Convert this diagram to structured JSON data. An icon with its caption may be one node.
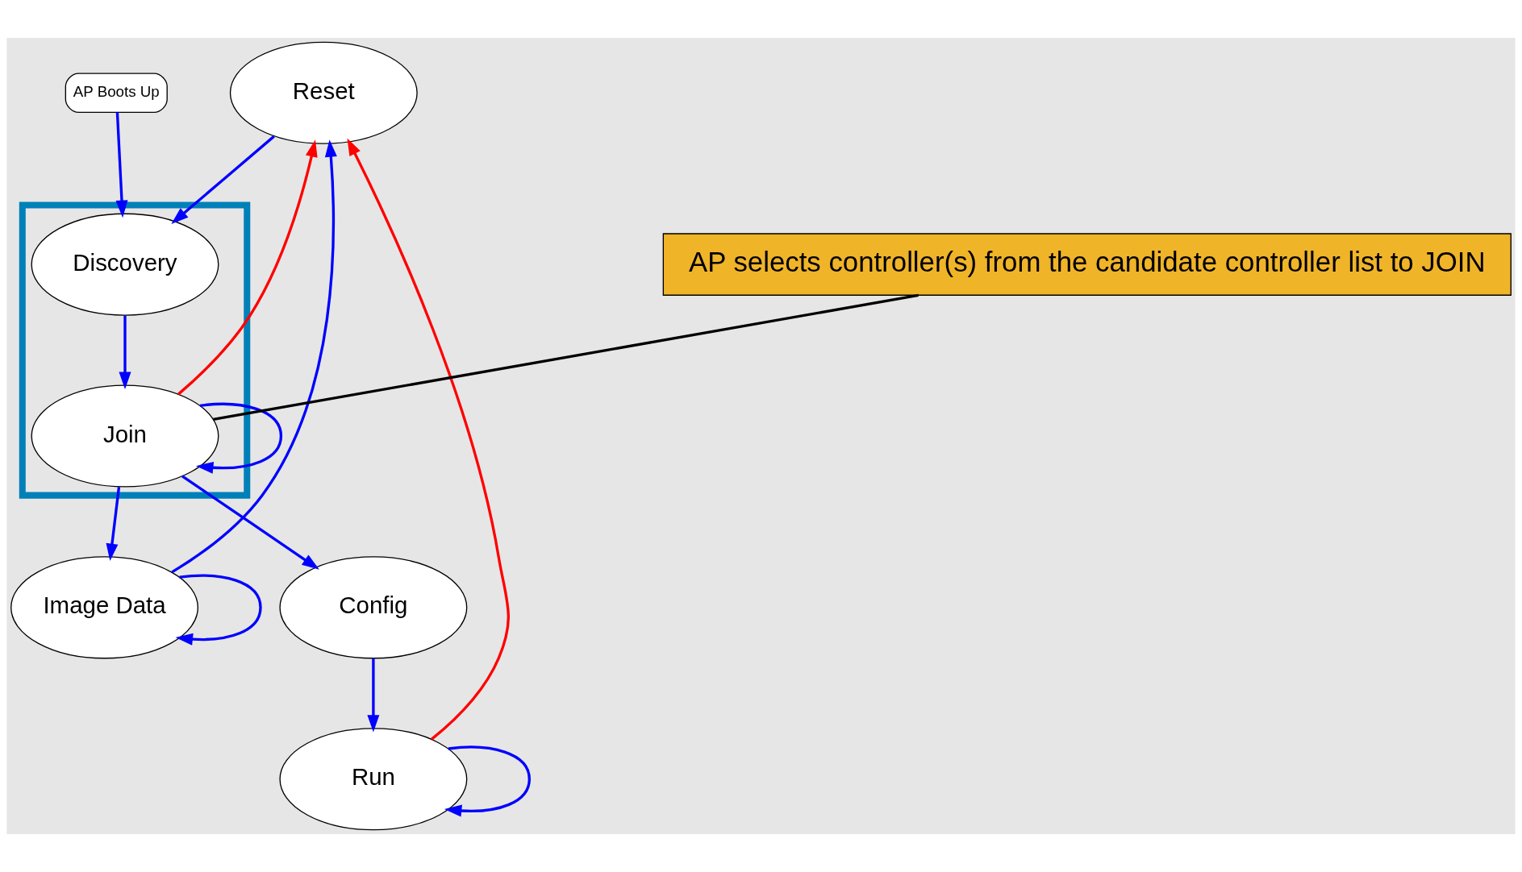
{
  "diagram": {
    "nodes": [
      {
        "text": [
          "AP Boots Up"
        ]
      },
      {
        "text": [],
        "shape": "box"
      },
      {
        "text": [
          "Discovery"
        ],
        "in": 1
      },
      {
        "text": [
          "Join"
        ],
        "in": 1
      },
      {
        "text": [
          "Reset"
        ]
      },
      {
        "text": [
          "Image Data"
        ]
      },
      {
        "text": [
          "Config"
        ]
      },
      {
        "text": [
          "Run"
        ]
      },
      {
        "text": [
          "AP selects controller(s) from the candidate controller list to JOIN"
        ]
      }
    ],
    "edges": [
      {
        "from": 0,
        "to": 2,
        "arrow": "to"
      },
      {
        "from": 4,
        "to": 2,
        "arrow": "to"
      },
      {
        "from": 2,
        "to": 3,
        "arrow": "to"
      },
      {
        "from": 3,
        "to": 3,
        "arrow": "to"
      },
      {
        "from": 3,
        "to": 4,
        "arrow": "to",
        "color": "#ff0000"
      },
      {
        "from": 3,
        "to": 5,
        "arrow": "to"
      },
      {
        "from": 5,
        "to": 4,
        "arrow": "to"
      },
      {
        "from": 5,
        "to": 5,
        "arrow": "to"
      },
      {
        "from": 3,
        "to": 6,
        "arrow": "to"
      },
      {
        "from": 6,
        "to": 7,
        "arrow": "to"
      },
      {
        "from": 7,
        "to": 7,
        "arrow": "to"
      },
      {
        "from": 7,
        "to": 4,
        "arrow": "to",
        "color": "#ff0000"
      },
      {
        "from": 8,
        "to": 3,
        "arrow": "none",
        "color": "#000000"
      }
    ]
  }
}
